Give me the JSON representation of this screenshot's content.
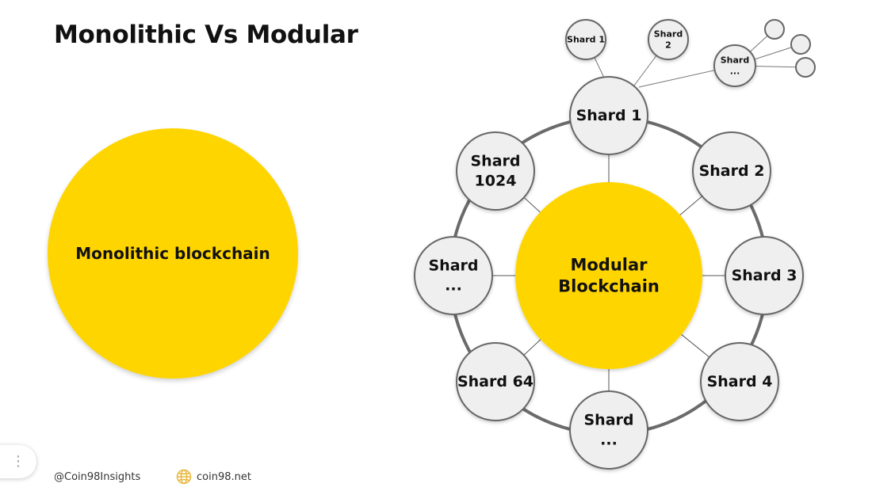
{
  "title": "Monolithic Vs Modular",
  "monolithic": {
    "label": "Monolithic blockchain"
  },
  "modular": {
    "label_lines": [
      "Modular",
      "Blockchain"
    ]
  },
  "ring_shards": [
    {
      "lines": [
        "Shard 1"
      ]
    },
    {
      "lines": [
        "Shard 2"
      ]
    },
    {
      "lines": [
        "Shard 3"
      ]
    },
    {
      "lines": [
        "Shard 4"
      ]
    },
    {
      "lines": [
        "Shard",
        "..."
      ]
    },
    {
      "lines": [
        "Shard 64"
      ]
    },
    {
      "lines": [
        "Shard",
        "..."
      ]
    },
    {
      "lines": [
        "Shard",
        "1024"
      ]
    }
  ],
  "sub_shards": [
    {
      "lines": [
        "Shard 1"
      ]
    },
    {
      "lines": [
        "Shard",
        "2"
      ]
    },
    {
      "lines": [
        "Shard",
        "..."
      ]
    }
  ],
  "footer": {
    "handle": "@Coin98Insights",
    "site": "coin98.net"
  },
  "colors": {
    "yellow": "#FFD500",
    "node_fill": "#EFEFEF",
    "node_stroke": "#666666",
    "ring": "#6b6b6b",
    "globe": "#E8B73A"
  },
  "icons": {
    "site": "globe-icon",
    "menu": "kebab-menu-icon"
  }
}
